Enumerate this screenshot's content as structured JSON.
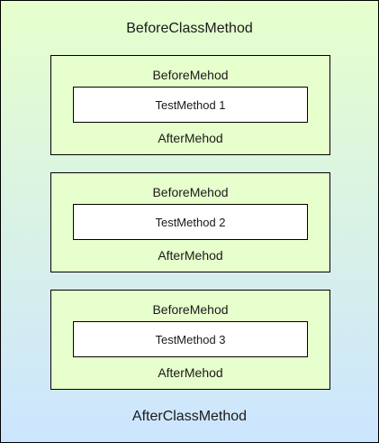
{
  "diagram": {
    "outer": {
      "before_label": "BeforeClassMethod",
      "after_label": "AfterClassMethod",
      "gradient_top": "#e6ffcc",
      "gradient_bottom": "#cce5ff"
    },
    "groups": [
      {
        "before_label": "BeforeMehod",
        "test_label": "TestMethod 1",
        "after_label": "AfterMehod"
      },
      {
        "before_label": "BeforeMehod",
        "test_label": "TestMethod 2",
        "after_label": "AfterMehod"
      },
      {
        "before_label": "BeforeMehod",
        "test_label": "TestMethod 3",
        "after_label": "AfterMehod"
      }
    ],
    "colors": {
      "group_fill": "#e6ffcc",
      "test_fill": "#ffffff",
      "stroke": "#000000"
    }
  }
}
